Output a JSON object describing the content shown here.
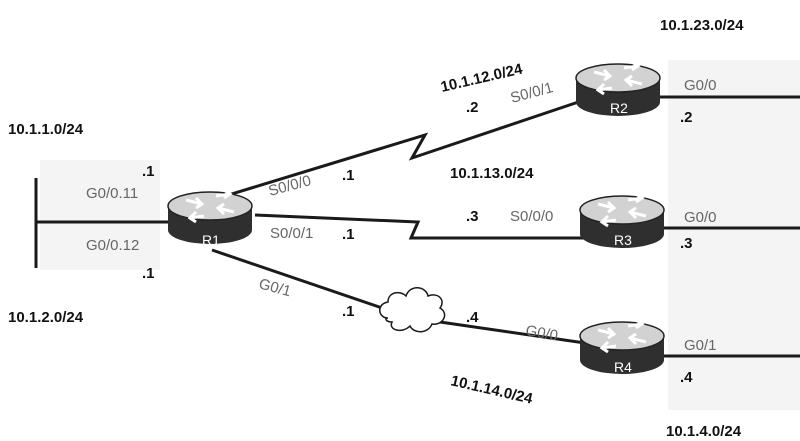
{
  "subnets": {
    "lan1": "10.1.1.0/24",
    "lan2": "10.1.2.0/24",
    "r1_r2": "10.1.12.0/24",
    "r1_r3": "10.1.13.0/24",
    "r1_r4": "10.1.14.0/24",
    "r2_lan": "10.1.23.0/24",
    "r4_lan": "10.1.4.0/24"
  },
  "routers": {
    "r1": "R1",
    "r2": "R2",
    "r3": "R3",
    "r4": "R4"
  },
  "interfaces": {
    "r1_g0_0_11": "G0/0.11",
    "r1_g0_0_12": "G0/0.12",
    "r1_s0_0_0": "S0/0/0",
    "r1_s0_0_1": "S0/0/1",
    "r1_g0_1": "G0/1",
    "r2_s0_0_1": "S0/0/1",
    "r2_g0_0": "G0/0",
    "r3_s0_0_0": "S0/0/0",
    "r3_g0_0": "G0/0",
    "r4_g0_0": "G0/0",
    "r4_g0_1": "G0/1"
  },
  "host_ids": {
    "r1_lan1": ".1",
    "r1_lan2": ".1",
    "r1_to_r2": ".1",
    "r1_to_r3": ".1",
    "r1_to_r4": ".1",
    "r2_serial": ".2",
    "r2_lan": ".2",
    "r3_serial": ".3",
    "r3_lan": ".3",
    "r4_wan": ".4",
    "r4_lan": ".4"
  },
  "colors": {
    "router_body": "#2f2f2f",
    "router_top": "#cfcfcf",
    "link": "#1a1a1a",
    "highlight": "#f2f2f2"
  }
}
